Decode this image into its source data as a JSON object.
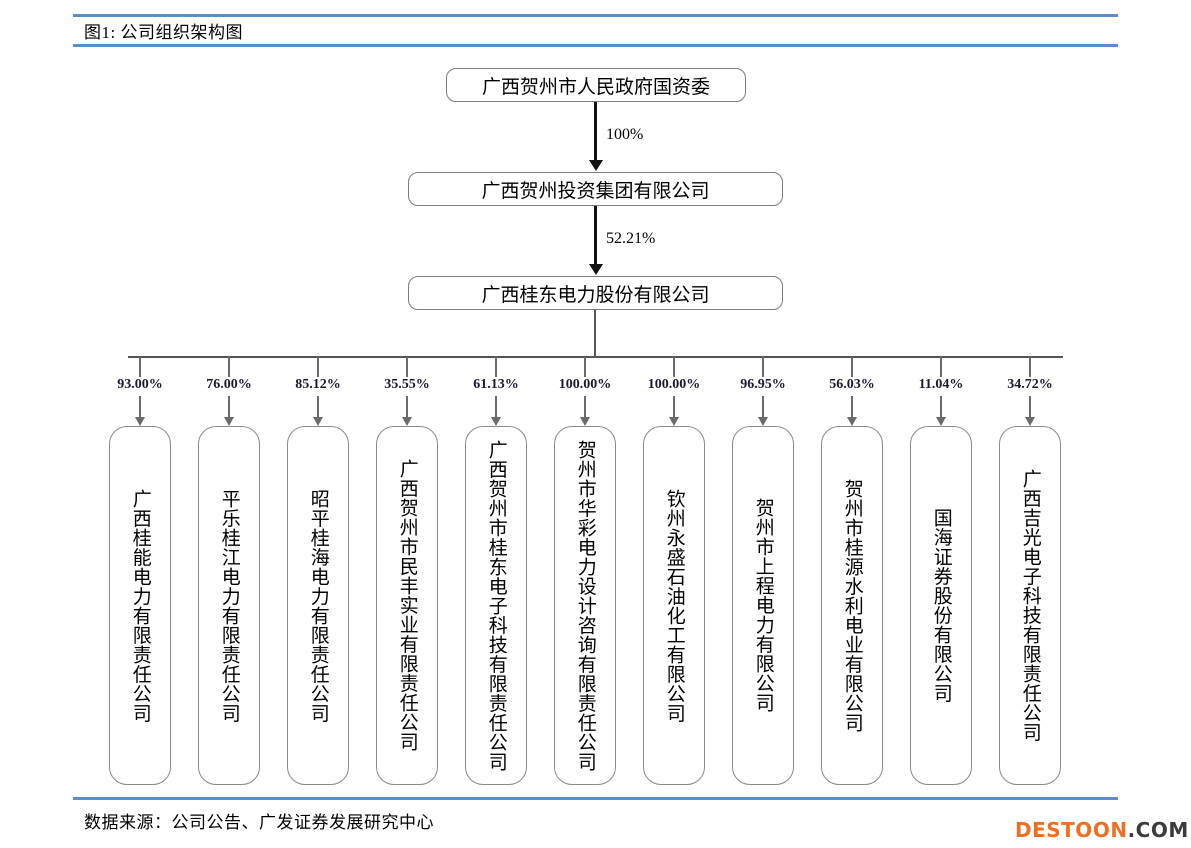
{
  "figure": {
    "title": "图1: 公司组织架构图",
    "source": "数据来源：公司公告、广发证券发展研究中心"
  },
  "watermark": {
    "brand": "DESTOON",
    "tld": ".COM"
  },
  "colors": {
    "rule_blue": "#5b8fc9",
    "box_border": "#7d7d7d",
    "connector": "#555555",
    "watermark_orange": "#f26f21",
    "watermark_dark": "#3b3b3b"
  },
  "chart_data": {
    "type": "diagram",
    "title": "图1: 公司组织架构图",
    "root": {
      "label": "广西贺州市人民政府国资委",
      "edge_to_child": "100%"
    },
    "intermediate": {
      "label": "广西贺州投资集团有限公司",
      "edge_to_child": "52.21%"
    },
    "company": {
      "label": "广西桂东电力股份有限公司"
    },
    "subsidiaries": [
      {
        "pct": "93.00%",
        "name": "广西桂能电力有限责任公司"
      },
      {
        "pct": "76.00%",
        "name": "平乐桂江电力有限责任公司"
      },
      {
        "pct": "85.12%",
        "name": "昭平桂海电力有限责任公司"
      },
      {
        "pct": "35.55%",
        "name": "广西贺州市民丰实业有限责任公司"
      },
      {
        "pct": "61.13%",
        "name": "广西贺州市桂东电子科技有限责任公司"
      },
      {
        "pct": "100.00%",
        "name": "贺州市华彩电力设计咨询有限责任公司"
      },
      {
        "pct": "100.00%",
        "name": "钦州永盛石油化工有限公司"
      },
      {
        "pct": "96.95%",
        "name": "贺州市上程电力有限公司"
      },
      {
        "pct": "56.03%",
        "name": "贺州市桂源水利电业有限公司"
      },
      {
        "pct": "11.04%",
        "name": "国海证券股份有限公司"
      },
      {
        "pct": "34.72%",
        "name": "广西吉光电子科技有限责任公司"
      }
    ],
    "source": "数据来源：公司公告、广发证券发展研究中心"
  }
}
